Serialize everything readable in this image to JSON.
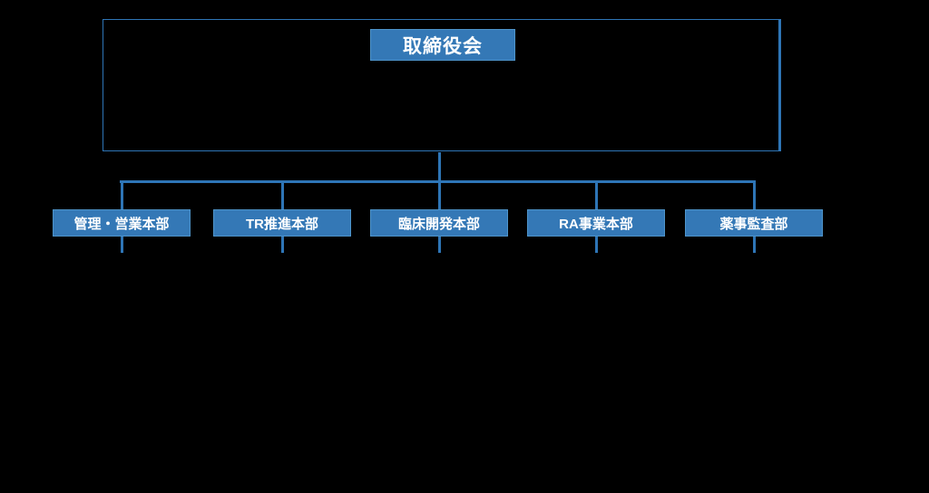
{
  "diagram": {
    "type": "org-chart",
    "root": {
      "label": "取締役会"
    },
    "departments": [
      {
        "label": "管理・営業本部"
      },
      {
        "label": "TR推進本部"
      },
      {
        "label": "臨床開発本部"
      },
      {
        "label": "RA事業本部"
      },
      {
        "label": "薬事監査部"
      }
    ],
    "colors": {
      "background": "#000000",
      "box_fill": "#3478B6",
      "box_border": "#4E94CA",
      "connector": "#2E75B6",
      "frame_border": "#2E75B6",
      "text": "#FFFFFF"
    }
  }
}
